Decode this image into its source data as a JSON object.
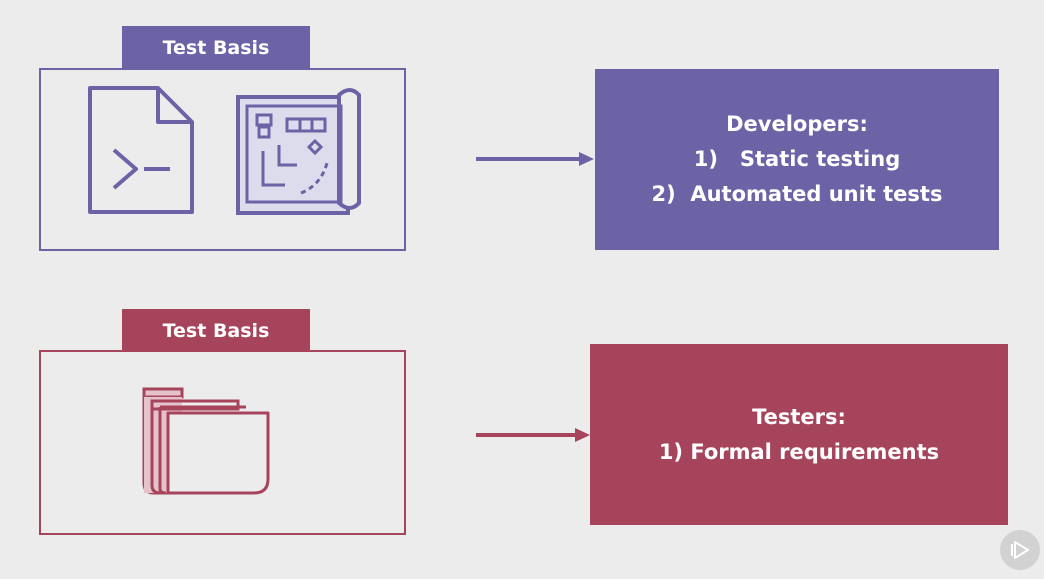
{
  "rows": [
    {
      "tab_label": "Test Basis",
      "card_title": "Developers:",
      "card_lines": [
        "1)   Static testing",
        "2)  Automated unit tests"
      ],
      "icons": [
        "code-file-icon",
        "blueprint-icon"
      ]
    },
    {
      "tab_label": "Test Basis",
      "card_title": "Testers:",
      "card_lines": [
        "1) Formal requirements"
      ],
      "icons": [
        "folders-icon"
      ]
    }
  ],
  "colors": {
    "background": "#ececec",
    "developer_purple": "#6c63a6",
    "tester_red": "#a6445c",
    "blueprint_fill": "#dcdcec",
    "folder_fill": "#e6c3cb",
    "play_button": "#d2d2d2"
  },
  "play_button_icon": "play-icon"
}
